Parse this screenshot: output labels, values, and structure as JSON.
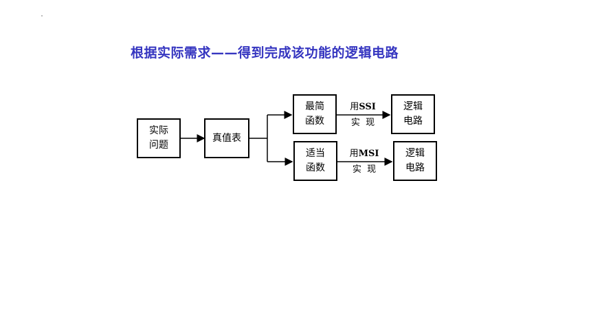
{
  "title": "根据实际需求——得到完成该功能的逻辑电路",
  "nodes": {
    "problem": [
      "实际",
      "问题"
    ],
    "truth_table": "真值表",
    "simplest": [
      "最简",
      "函数"
    ],
    "appropriate": [
      "适当",
      "函数"
    ],
    "logic_top": [
      "逻辑",
      "电路"
    ],
    "logic_bottom": [
      "逻辑",
      "电路"
    ]
  },
  "edges": {
    "ssi_use": "用",
    "ssi_name": "SSI",
    "ssi_impl": "实  现",
    "msi_use": "用",
    "msi_name": "MSI",
    "msi_impl": "实  现"
  }
}
